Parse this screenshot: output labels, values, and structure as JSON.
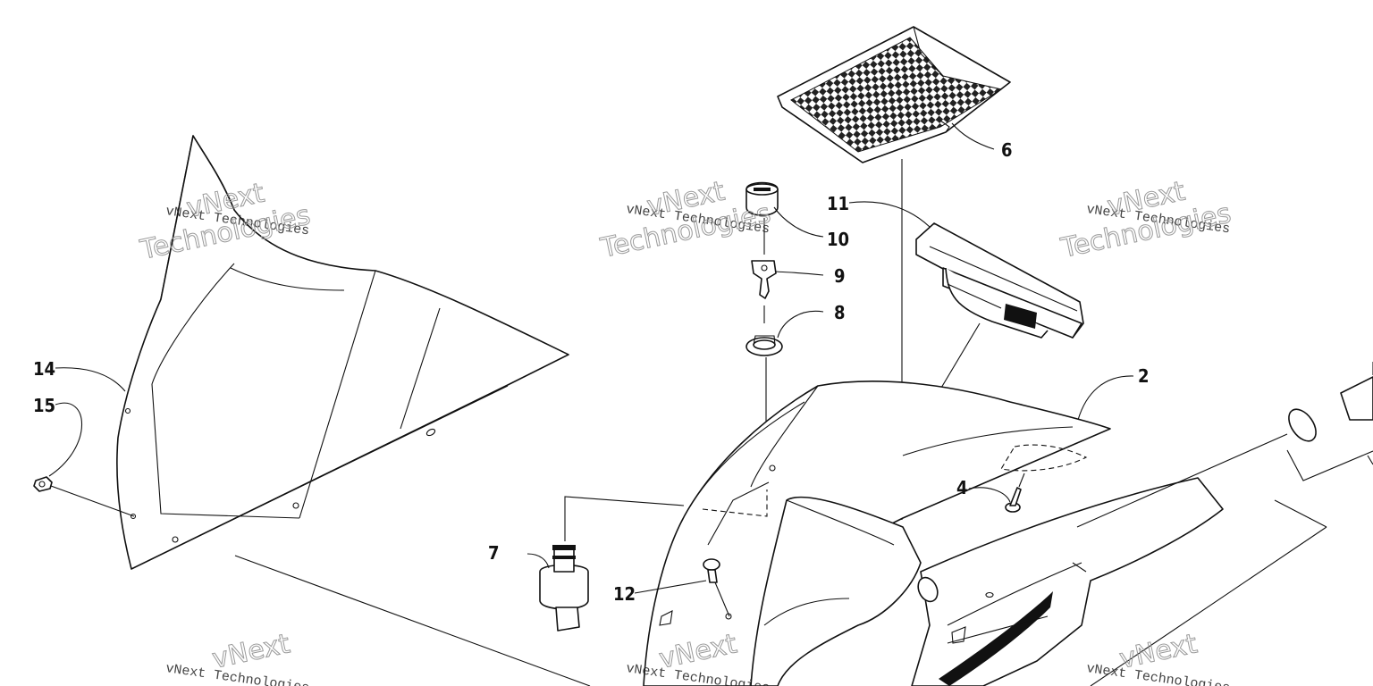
{
  "callouts": {
    "c2": "2",
    "c4": "4",
    "c6": "6",
    "c7": "7",
    "c8": "8",
    "c9": "9",
    "c10": "10",
    "c11": "11",
    "c12": "12",
    "c14": "14",
    "c15": "15"
  },
  "watermark": {
    "line1": "vNext Technologies",
    "word1": "vNext",
    "word2": "Technologies"
  },
  "colors": {
    "line": "#111111",
    "watermark_outline": "#9a9a9a",
    "background": "#ffffff"
  }
}
